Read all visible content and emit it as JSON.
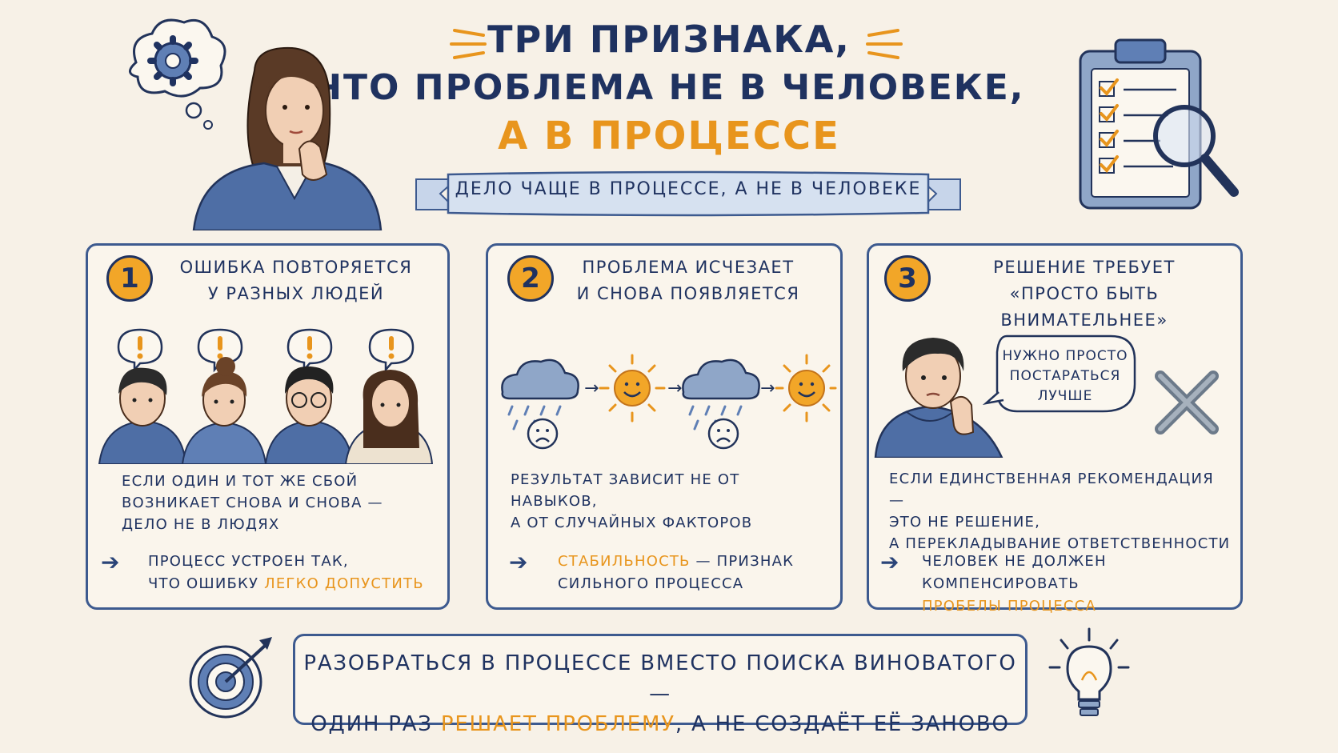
{
  "title": {
    "line1": "Три признака,",
    "line2": "что проблема не в человеке,",
    "line3": "а в процессе"
  },
  "ribbon": "Дело чаще в процессе, а не в человеке",
  "cards": [
    {
      "number": "1",
      "heading_line1": "Ошибка повторяется",
      "heading_line2": "у разных людей",
      "body": [
        "Если один и тот же сбой",
        "возникает снова и снова —",
        "дело не в людях"
      ],
      "note_part1": "Процесс устроен так,",
      "note_part2": "что ошибку ",
      "note_highlight": "легко допустить",
      "note_part3": ""
    },
    {
      "number": "2",
      "heading_line1": "Проблема исчезает",
      "heading_line2": "и снова появляется",
      "body": [
        "Результат зависит не от навыков,",
        "а от случайных факторов"
      ],
      "note_highlight": "Стабильность",
      "note_part1": " — признак",
      "note_part2": "сильного процесса"
    },
    {
      "number": "3",
      "heading_line1": "Решение требует",
      "heading_line2": "«просто быть внимательнее»",
      "speech": [
        "Нужно просто",
        "постараться",
        "лучше"
      ],
      "body": [
        "Если единственная рекомендация —",
        "это не решение,",
        "а перекладывание ответственности"
      ],
      "note_part1": "Человек не должен компенсировать",
      "note_highlight": "пробелы процесса"
    }
  ],
  "bottom": {
    "line1": "Разобраться в процессе вместо поиска виноватого —",
    "line2_part1": "один раз ",
    "line2_highlight": "решает проблему",
    "line2_part2": ", а не создаёт её заново"
  },
  "colors": {
    "navy": "#1f3260",
    "orange": "#e8951d",
    "background": "#f7f1e7",
    "border": "#3d5a8f"
  },
  "icons": [
    "gear-thought-icon",
    "clipboard-checklist-icon",
    "magnifier-icon",
    "exclamation-icon",
    "cloud-rain-icon",
    "sun-smile-icon",
    "sad-face-icon",
    "cross-icon",
    "target-icon",
    "lightbulb-icon",
    "arrow-right-icon"
  ]
}
